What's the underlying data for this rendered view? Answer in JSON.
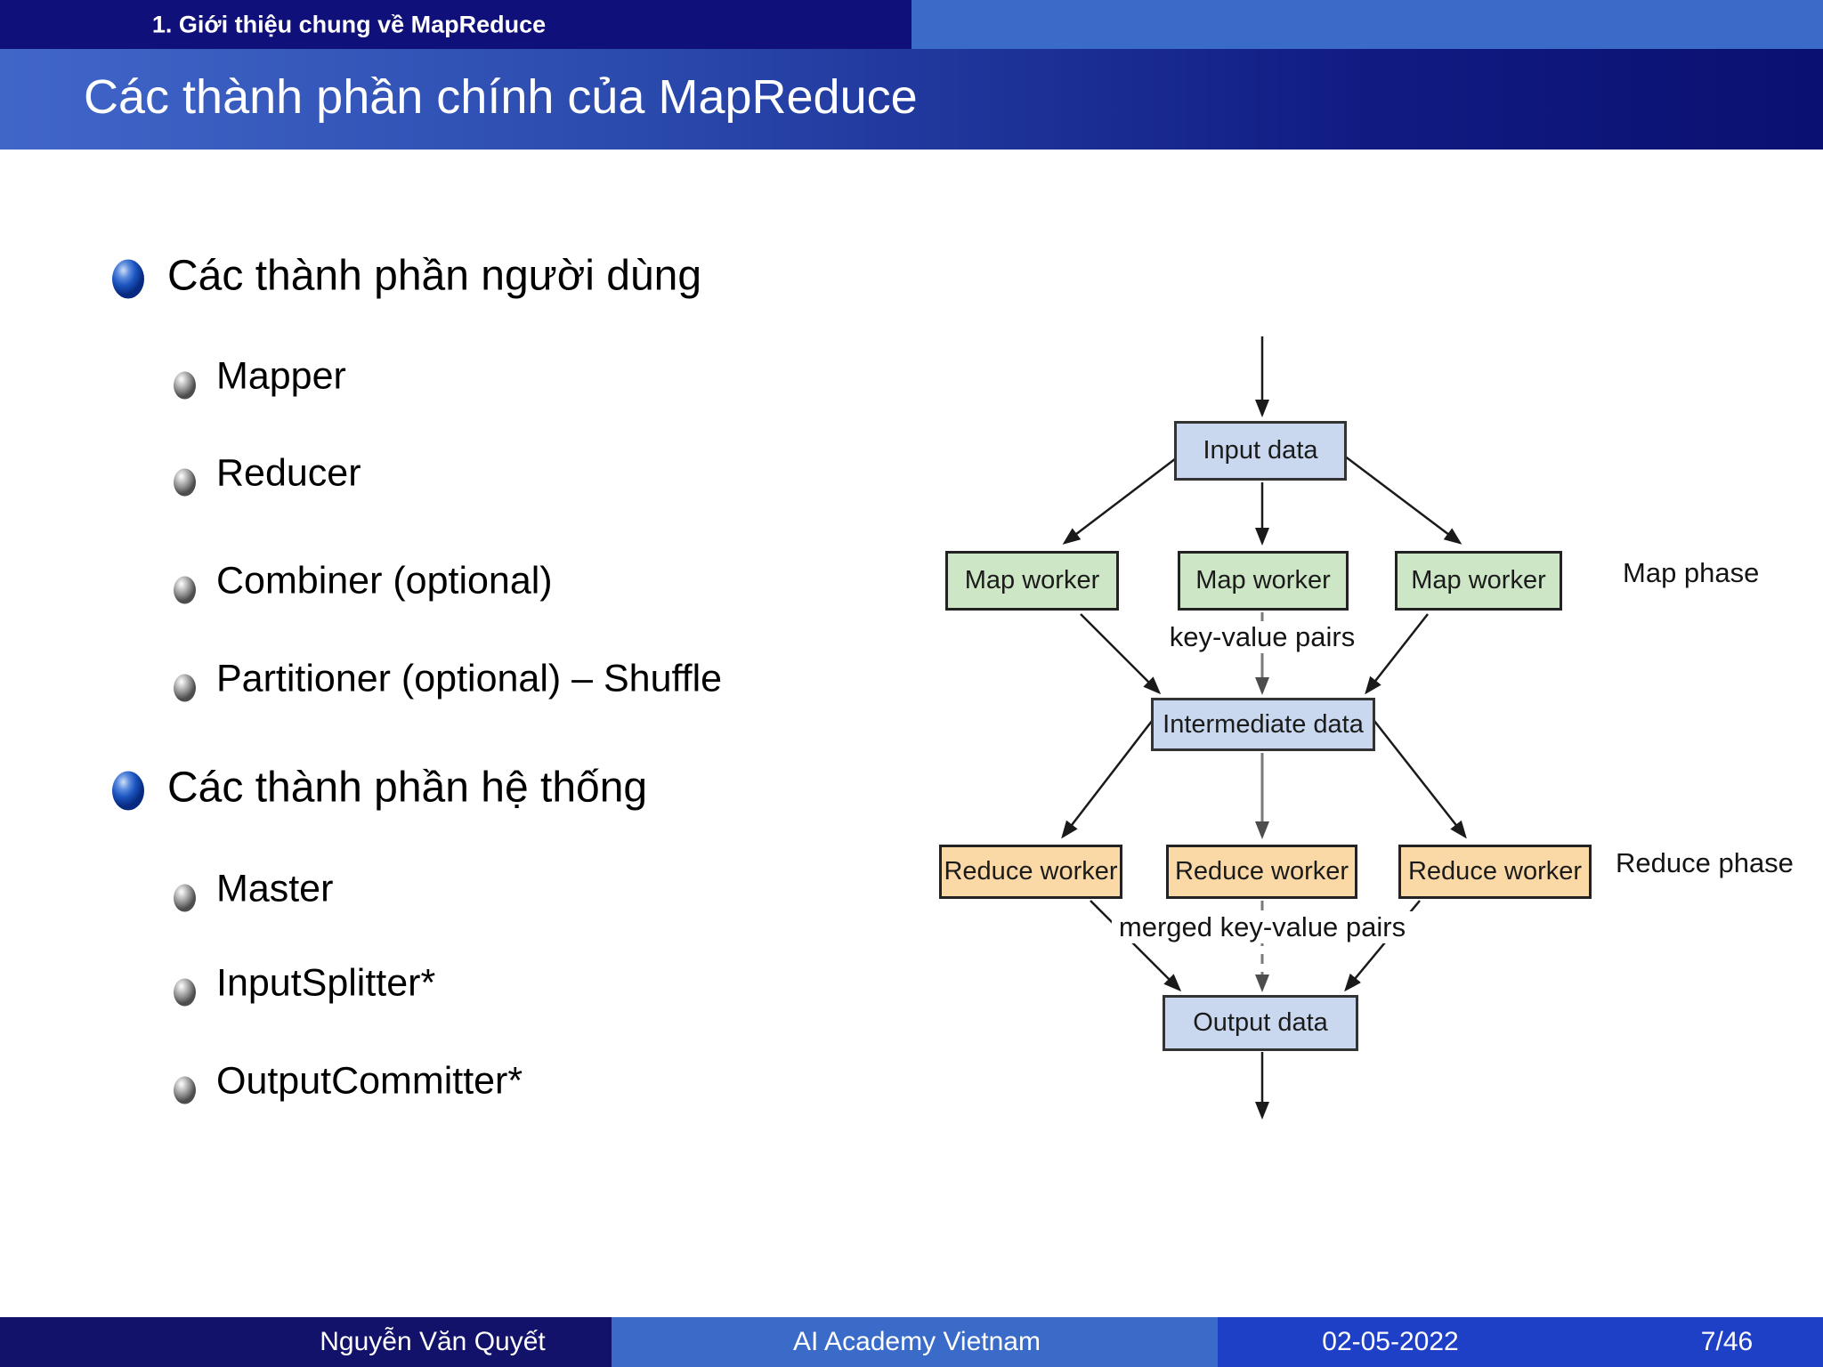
{
  "header": {
    "section_title": "1. Giới thiệu chung về MapReduce",
    "slide_title": "Các thành phần chính của MapReduce"
  },
  "content": {
    "sections": [
      {
        "title": "Các thành phần người dùng",
        "items": [
          "Mapper",
          "Reducer",
          "Combiner (optional)",
          "Partitioner (optional) – Shuffle"
        ]
      },
      {
        "title": "Các thành phần hệ thống",
        "items": [
          "Master",
          "InputSplitter*",
          "OutputCommitter*"
        ]
      }
    ]
  },
  "diagram": {
    "input_box": "Input data",
    "map_workers": [
      "Map worker",
      "Map worker",
      "Map worker"
    ],
    "key_value_label": "key-value pairs",
    "intermediate_box": "Intermediate data",
    "reduce_workers": [
      "Reduce worker",
      "Reduce worker",
      "Reduce worker"
    ],
    "merged_label": "merged key-value pairs",
    "output_box": "Output data",
    "map_phase_label": "Map phase",
    "reduce_phase_label": "Reduce phase",
    "colors": {
      "data_box_fill": "#c9d8ef",
      "map_box_fill": "#cde6c5",
      "reduce_box_fill": "#fad9a6",
      "border": "#222222"
    }
  },
  "footer": {
    "author": "Nguyễn Văn Quyết",
    "organization": "AI Academy Vietnam",
    "date": "02-05-2022",
    "page_number": "7/46"
  },
  "theme": {
    "top_bar_navy": "#10107a",
    "header_accent_blue": "#3a6bc9",
    "title_gradient_left": "#4166c9",
    "title_gradient_right": "#0a1070",
    "footer_navy": "#12126b",
    "footer_medium_blue": "#3a6bc8",
    "footer_bright_blue": "#1e40c6",
    "bullet_sphere_blue": "#1c55c0",
    "bullet_sphere_gray": "#8a8a8a",
    "text_color": "#000000"
  }
}
